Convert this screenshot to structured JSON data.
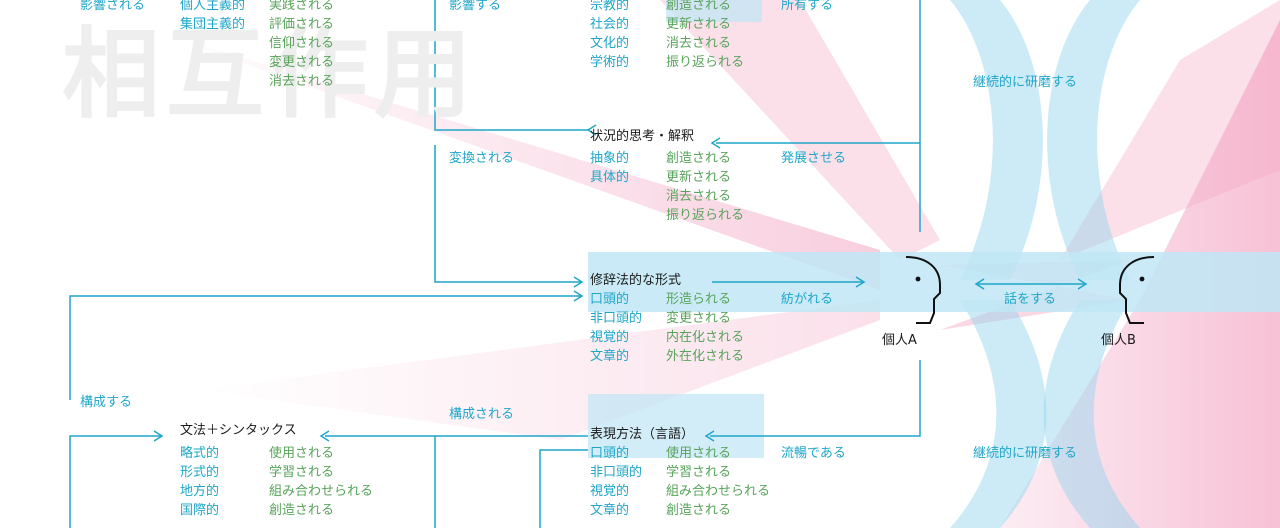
{
  "watermark": "相互作用",
  "top_left": {
    "col1": [
      "影響される"
    ],
    "col2": [
      "個人主義的",
      "集団主義的"
    ],
    "col3": [
      "実践される",
      "評価される",
      "信仰される",
      "変更される",
      "消去される"
    ]
  },
  "top_center": {
    "left": "影響する",
    "col1": [
      "宗教的",
      "社会的",
      "文化的",
      "学術的"
    ],
    "col2": [
      "創造される",
      "更新される",
      "消去される",
      "振り返られる"
    ],
    "col3": "所有する"
  },
  "situational": {
    "title": "状況的思考・解釈",
    "left": "変換される",
    "col1": [
      "抽象的",
      "具体的"
    ],
    "col2": [
      "創造される",
      "更新される",
      "消去される",
      "振り返られる"
    ],
    "col3": "発展させる"
  },
  "rhetorical": {
    "title": "修辞法的な形式",
    "col1": [
      "口頭的",
      "非口頭的",
      "視覚的",
      "文章的"
    ],
    "col2": [
      "形造られる",
      "変更される",
      "内在化される",
      "外在化される"
    ],
    "col3": "紡がれる"
  },
  "expression": {
    "title": "表現方法（言語）",
    "col1": [
      "口頭的",
      "非口頭的",
      "視覚的",
      "文章的"
    ],
    "col2": [
      "使用される",
      "学習される",
      "組み合わせられる",
      "創造される"
    ],
    "col3": "流暢である"
  },
  "grammar": {
    "title": "文法＋シンタックス",
    "col1": [
      "略式的",
      "形式的",
      "地方的",
      "国際的"
    ],
    "col2": [
      "使用される",
      "学習される",
      "組み合わせられる",
      "創造される"
    ]
  },
  "labels": {
    "constitutes": "構成する",
    "constituted": "構成される",
    "continuous_top": "継続的に研磨する",
    "continuous_bottom": "継続的に研磨する",
    "talk": "話をする",
    "person_a": "個人A",
    "person_b": "個人B"
  },
  "colors": {
    "teal": "#1fa6c9",
    "green": "#58a35a",
    "blue_band": "#bfe6f5",
    "pink_band": "#f6c7da"
  }
}
